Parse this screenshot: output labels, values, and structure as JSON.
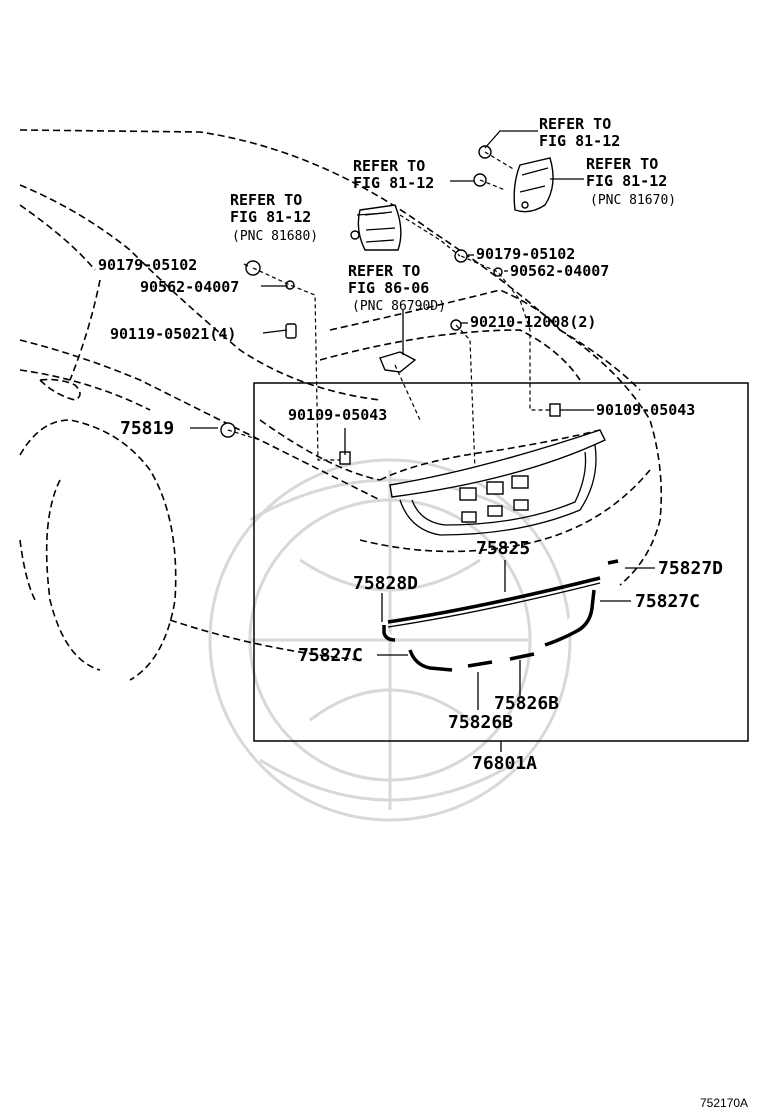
{
  "references": {
    "ref_top_right": {
      "line1": "REFER TO",
      "line2": "FIG 81-12"
    },
    "ref_right_lamp": {
      "line1": "REFER TO",
      "line2": "FIG 81-12",
      "pnc": "(PNC 81670)"
    },
    "ref_middle": {
      "line1": "REFER TO",
      "line2": "FIG 81-12"
    },
    "ref_left_lamp": {
      "line1": "REFER TO",
      "line2": "FIG 81-12",
      "pnc": "(PNC 81680)"
    },
    "ref_center": {
      "line1": "REFER TO",
      "line2": "FIG 86-06",
      "pnc": "(PNC 86790D)"
    }
  },
  "parts": {
    "p_90179_left": "90179-05102",
    "p_90562_left": "90562-04007",
    "p_90119": "90119-05021(4)",
    "p_90179_right": "90179-05102",
    "p_90562_right": "90562-04007",
    "p_90210": "90210-12008(2)",
    "p_90109_left": "90109-05043",
    "p_90109_right": "90109-05043",
    "p_75819": "75819",
    "p_75825": "75825",
    "p_75827D": "75827D",
    "p_75828D": "75828D",
    "p_75827C_right": "75827C",
    "p_75827C_left": "75827C",
    "p_75826B_right": "75826B",
    "p_75826B_left": "75826B",
    "p_76801A": "76801A"
  },
  "footer": {
    "figure_code": "752170A"
  }
}
